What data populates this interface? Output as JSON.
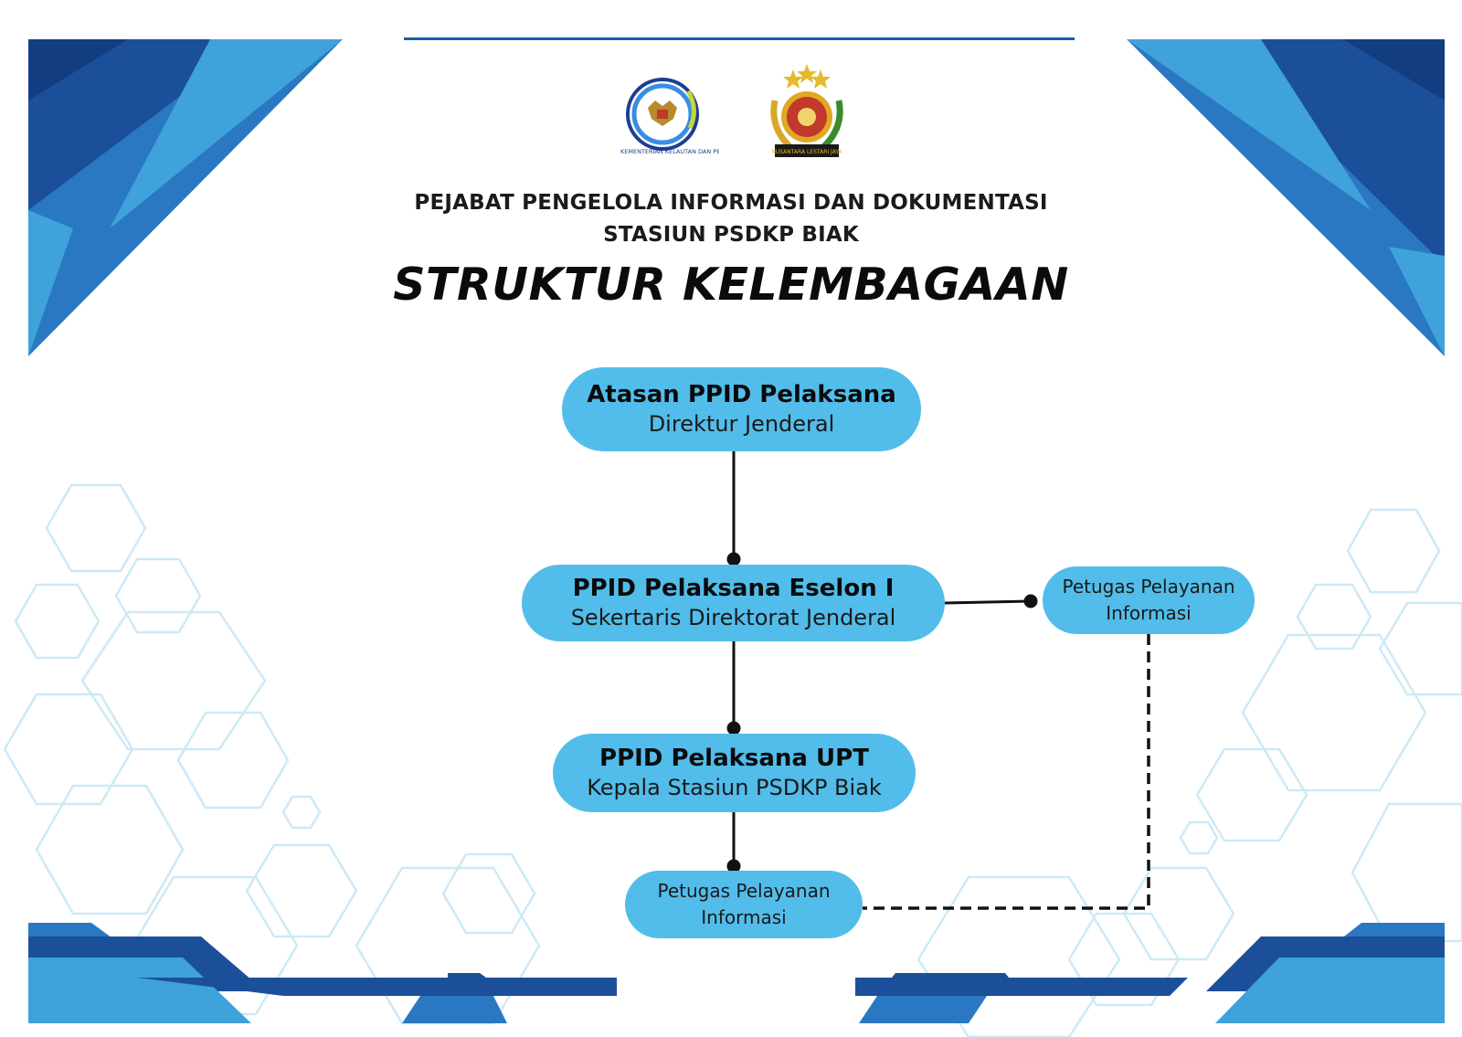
{
  "header": {
    "subtitle_line1": "PEJABAT PENGELOLA INFORMASI DAN DOKUMENTASI",
    "subtitle_line2": "STASIUN PSDKP BIAK",
    "title": "STRUKTUR KELEMBAGAAN"
  },
  "logos": {
    "kkp": {
      "ring_text": "KEMENTERIAN KELAUTAN DAN PERIKANAN"
    },
    "psdkp": {
      "ribbon_text": "NUSANTARA LESTARI JAYA"
    }
  },
  "org_chart": {
    "top": {
      "role": "Atasan PPID Pelaksana",
      "holder": "Direktur Jenderal"
    },
    "eselon": {
      "role": "PPID Pelaksana Eselon I",
      "holder": "Sekertaris Direktorat Jenderal"
    },
    "upt": {
      "role": "PPID Pelaksana UPT",
      "holder": "Kepala Stasiun PSDKP Biak"
    },
    "petugas_eselon": {
      "line1": "Petugas Pelayanan",
      "line2": "Informasi"
    },
    "petugas_upt": {
      "line1": "Petugas Pelayanan",
      "line2": "Informasi"
    }
  },
  "colors": {
    "dark_blue": "#1b4f99",
    "mid_blue": "#2a78c2",
    "light_blue": "#3fa2da",
    "node_fill": "#52bdea",
    "hex_outline": "#cde9f7"
  }
}
